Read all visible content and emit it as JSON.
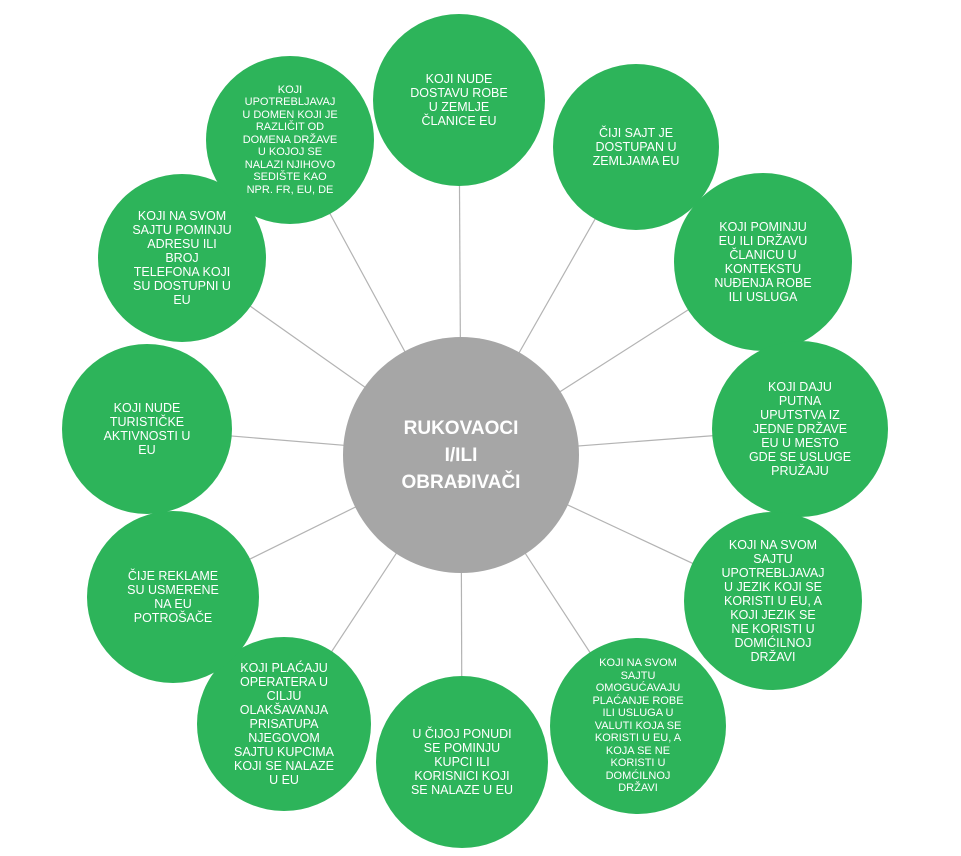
{
  "diagram": {
    "center": "RUKOVAOCI\nI/ILI\nOBRAĐIVAČI",
    "nodes": [
      "KOJI NUDE\nDOSTAVU ROBE\nU ZEMLJE\nČLANICE EU",
      "ČIJI SAJT JE\nDOSTUPAN U\nZEMLJAMA EU",
      "KOJI POMINJU\nEU ILI DRŽAVU\nČLANICU U\nKONTEKSTU\nNUĐENJA ROBE\nILI USLUGA",
      "KOJI DAJU\nPUTNA\nUPUTSTVA  IZ\nJEDNE DRŽAVE\nEU U MESTO\nGDE SE USLUGE\nPRUŽAJU",
      "KOJI  NA SVOM\nSAJTU\nUPOTREBLJAVAJ\nU JEZIK KOJI SE\nKORISTI U EU, A\nKOJI  JEZIK SE\nNE KORISTI U\nDOMIĆILNOJ\nDRŽAVI",
      "KOJI NA SVOM\nSAJTU\nOMOGUĆAVAJU\nPLAĆANJE  ROBE\nILI USLUGA U\nVALUTI  KOJA SE\nKORISTI U EU, A\nKOJA SE NE\nKORISTI U\nDOMĆILNOJ\nDRŽAVI",
      "U ČIJOJ PONUDI\nSE POMINJU\nKUPCI ILI\nKORISNICI KOJI\nSE NALAZE U EU",
      "KOJI PLAĆAJU\nOPERATERA U\nCILJU\nOLAKŠAVANJA\nPRISATUPA\nNJEGOVOM\nSAJTU KUPCIMA\nKOJI  SE NALAZE\nU EU",
      "ČIJE REKLAME\nSU USMERENE\nNA EU\nPOTROŠAČE",
      "KOJI NUDE\nTURISTIČKE\nAKTIVNOSTI U\nEU",
      "KOJI NA SVOM\nSAJTU POMINJU\nADRESU ILI\nBROJ\nTELEFONA KOJI\nSU DOSTUPNI U\nEU",
      "KOJI\nUPOTREBLJAVAJ\nU DOMEN KOJI JE\nRAZLIČIT OD\nDOMENA DRŽAVE\nU KOJOJ SE\nNALAZI NJIHOVO\nSEDIŠTE KAO\nNPR. FR, EU, DE"
    ]
  },
  "colors": {
    "node_fill": "#2db45a",
    "center_fill": "#a6a6a6",
    "spoke": "#b3b3b3",
    "text": "#ffffff"
  }
}
